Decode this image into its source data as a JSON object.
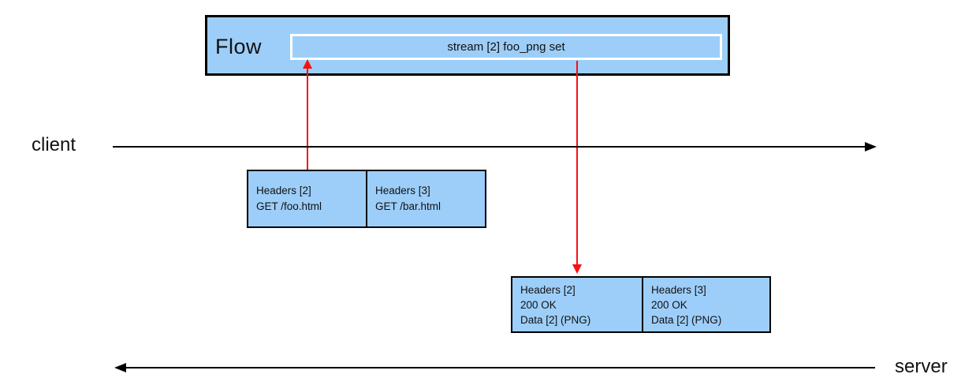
{
  "flow_box": {
    "label": "Flow",
    "stream_label": "stream [2] foo_png set"
  },
  "client_label": "client",
  "server_label": "server",
  "request_frames": [
    {
      "lines": [
        "Headers [2]",
        "GET /foo.html"
      ]
    },
    {
      "lines": [
        "Headers [3]",
        "GET /bar.html"
      ]
    }
  ],
  "response_frames": [
    {
      "lines": [
        "Headers [2]",
        "200 OK",
        "Data [2] (PNG)"
      ]
    },
    {
      "lines": [
        "Headers [3]",
        "200 OK",
        "Data [2] (PNG)"
      ]
    }
  ],
  "colors": {
    "box_fill": "#9DCEF9",
    "box_border": "#000000",
    "inner_border": "#FFFFFF",
    "arrow_red": "#FA0F0F",
    "line_black": "#000000"
  }
}
